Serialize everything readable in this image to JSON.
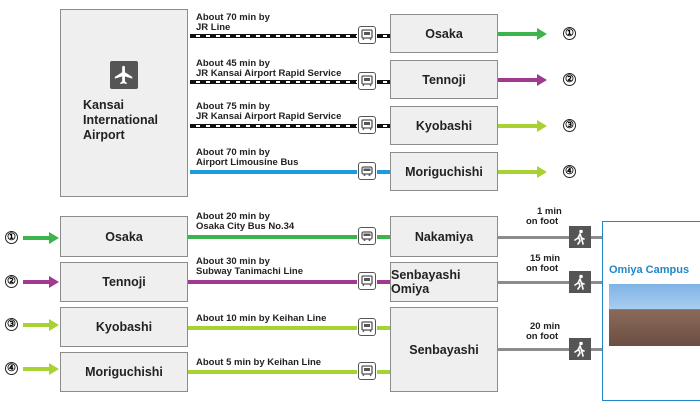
{
  "airport": {
    "name_line1": "Kansai",
    "name_line2": "International",
    "name_line3": "Airport"
  },
  "top_routes": [
    {
      "label_line1": "About 70 min by",
      "label_line2": "JR Line",
      "destination": "Osaka",
      "marker": "①",
      "color": "#3cb44b"
    },
    {
      "label_line1": "About 45 min by",
      "label_line2": "JR Kansai Airport Rapid Service",
      "destination": "Tennoji",
      "marker": "②",
      "color": "#a0398f"
    },
    {
      "label_line1": "About 75 min by",
      "label_line2": "JR Kansai Airport Rapid Service",
      "destination": "Kyobashi",
      "marker": "③",
      "color": "#a8d234"
    },
    {
      "label_line1": "About 70 min by",
      "label_line2": "Airport Limousine Bus",
      "destination": "Moriguchishi",
      "marker": "④",
      "color": "#a8d234"
    }
  ],
  "bottom_routes": [
    {
      "marker": "①",
      "origin": "Osaka",
      "label_line1": "About 20 min by",
      "label_line2": "Osaka City Bus No.34",
      "destination": "Nakamiya"
    },
    {
      "marker": "②",
      "origin": "Tennoji",
      "label_line1": "About 30 min by",
      "label_line2": "Subway Tanimachi Line",
      "destination": "Senbayashi Omiya"
    },
    {
      "marker": "③",
      "origin": "Kyobashi",
      "label_line1": "About 10 min by Keihan Line",
      "label_line2": "",
      "destination": "Senbayashi"
    },
    {
      "marker": "④",
      "origin": "Moriguchishi",
      "label_line1": "About 5 min by Keihan Line",
      "label_line2": "",
      "destination": ""
    }
  ],
  "walks": [
    {
      "line1": "1 min",
      "line2": "on foot"
    },
    {
      "line1": "15 min",
      "line2": "on foot"
    },
    {
      "line1": "20 min",
      "line2": "on foot"
    }
  ],
  "campus": {
    "name": "Omiya Campus"
  },
  "colors": {
    "green": "#3cb44b",
    "purple": "#a0398f",
    "lime": "#a8d234",
    "blue": "#1e9be0",
    "campus_blue": "#1e88c8",
    "gray": "#8c8c8c"
  }
}
